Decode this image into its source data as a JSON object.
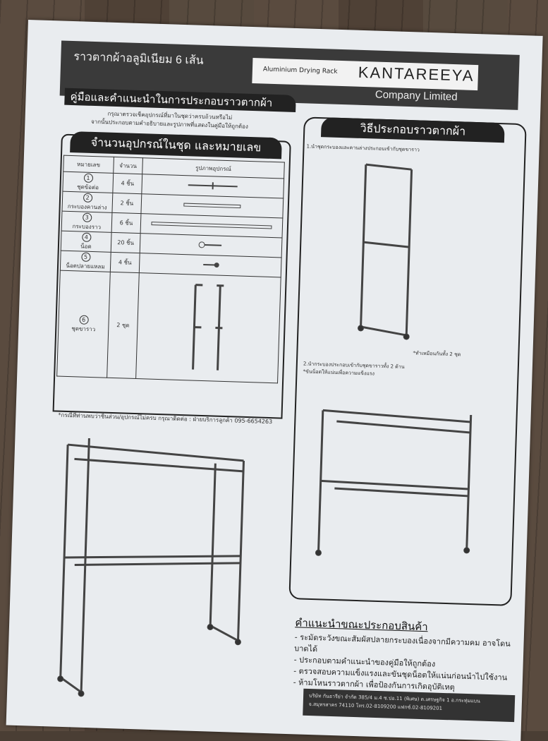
{
  "header": {
    "thai_title": "ราวตากผ้าอลูมิเนียม 6 เส้น",
    "english_title": "Aluminium Drying Rack",
    "brand": "KANTAREEYA",
    "company": "Company Limited"
  },
  "manual": {
    "title": "คู่มือและคำแนะนำในการประกอบราวตากผ้า",
    "intro_line1": "กรุณาตรวจเช็คอุปกรณ์ที่มาในชุดว่าครบถ้วนหรือไม่",
    "intro_line2": "จากนั้นประกอบตามคำอธิบายและรูปภาพที่แสดงในคู่มือให้ถูกต้อง"
  },
  "parts": {
    "title": "จำนวนอุปกรณ์ในชุด และหมายเลข",
    "headers": [
      "หมายเลข",
      "จำนวน",
      "รูปภาพอุปกรณ์"
    ],
    "rows": [
      {
        "num": "1",
        "name": "ชุดข้อต่อ",
        "qty": "4 ชิ้น"
      },
      {
        "num": "2",
        "name": "กระบองคานล่าง",
        "qty": "2 ชิ้น"
      },
      {
        "num": "3",
        "name": "กระบองราว",
        "qty": "6 ชิ้น"
      },
      {
        "num": "4",
        "name": "น็อต",
        "qty": "20 ชิ้น"
      },
      {
        "num": "5",
        "name": "น็อตปลายแหลม",
        "qty": "4 ชิ้น"
      },
      {
        "num": "6",
        "name": "ชุดขาราว",
        "qty": "2 ชุด"
      }
    ]
  },
  "note": "*กรณีที่ท่านพบว่าชิ้นส่วน/อุปกรณ์ไม่ครบ กรุณาติดต่อ : ฝ่ายบริการลูกค้า 095-6654263",
  "steps": {
    "title": "วิธีประกอบราวตากผ้า",
    "step1": "1.นำชุดกระบองและคานล่างประกอบเข้ากับชุดขาราว",
    "step1_note": "*ทำเหมือนกันทั้ง 2 ชุด",
    "step2": "2.นำกระบองประกอบเข้ากับชุดขาราวทั้ง 2 ด้าน",
    "step2_note": "*ขันน็อตให้แน่นเพื่อความแข็งแรง"
  },
  "advice": {
    "title": "คำแนะนำขณะประกอบสินค้า",
    "items": [
      "ระมัดระวังขณะสัมผัสปลายกระบองเนื่องจากมีความคม อาจโดนบาดได้",
      "ประกอบตามคำแนะนำของคู่มือให้ถูกต้อง",
      "ตรวจสอบความแข็งแรงและขันชุดน็อตให้แน่นก่อนนำไปใช้งาน",
      "ห้ามโหนราวตากผ้า เพื่อป้องกันการเกิดอุบัติเหตุ"
    ]
  },
  "footer": {
    "line1": "บริษัท กันธารีย่า จำกัด 385/4 ม.4 ซ.ปอ.11 (พิเศษ) ต.เศรษฐกิจ 1 อ.กระทุ่มแบน",
    "line2": "จ.สมุทรสาคร 74110 โทร.02-8109200 แฟกซ์.02-8109201"
  }
}
